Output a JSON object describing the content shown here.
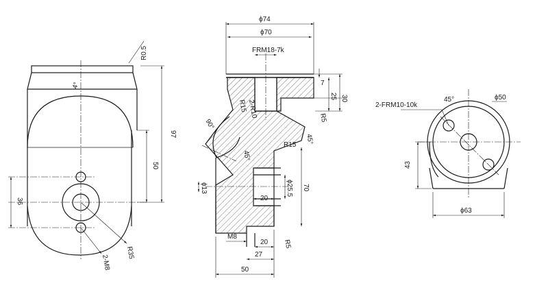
{
  "left_view": {
    "r05": "R0.5",
    "angle4": "4°",
    "d97": "97",
    "d50": "50",
    "d36": "36",
    "r35": "R35",
    "m8": "2-M8"
  },
  "section_view": {
    "phi74": "ϕ74",
    "phi70": "ϕ70",
    "frm18": "FRM18-7k",
    "d7": "7",
    "d25": "25",
    "d30": "30",
    "r15a": "R15",
    "r10": "2-R10",
    "angle90": "90°",
    "r5a": "R5",
    "angle45a": "45°",
    "r15b": "R15",
    "angle45b": "45°",
    "phi13": "ϕ13",
    "d20a": "20",
    "phi255": "ϕ25.5",
    "d70": "70",
    "m8": "M8",
    "d20b": "20",
    "r5b": "R5",
    "d27": "27",
    "d50": "50"
  },
  "right_view": {
    "frm10": "2-FRM10-10k",
    "angle45": "45°",
    "phi50": "ϕ50",
    "d43": "43",
    "phi63": "ϕ63"
  }
}
